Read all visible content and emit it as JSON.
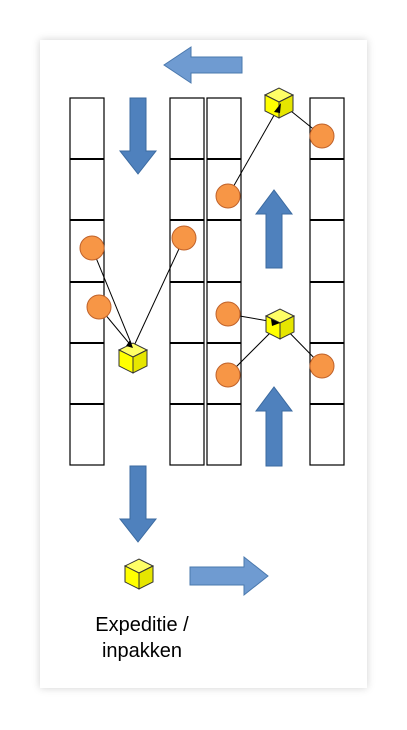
{
  "caption": {
    "line1": "Expeditie /",
    "line2": "inpakken"
  },
  "colors": {
    "shelf_fill": "#ffffff",
    "shelf_stroke": "#000000",
    "arrow": "#4f81bd",
    "arrow_light": "#6f9bd1",
    "pick_location": "#f79646",
    "pick_location_stroke": "#c0622a",
    "tote": "#ffff00",
    "tote_stroke": "#7f7f00"
  },
  "icons": {
    "pick_location": "orange-circle",
    "tote": "yellow-cube",
    "direction": "block-arrow"
  }
}
